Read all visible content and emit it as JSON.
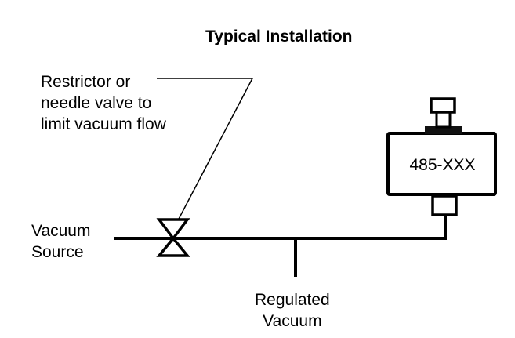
{
  "title": "Typical Installation",
  "callout": {
    "lines": [
      "Restrictor or",
      "needle valve to",
      "limit vacuum flow"
    ]
  },
  "source": {
    "lines": [
      "Vacuum",
      "Source"
    ]
  },
  "regulated": {
    "lines": [
      "Regulated",
      "Vacuum"
    ]
  },
  "device": {
    "label": "485-XXX"
  },
  "colors": {
    "line": "#000000",
    "background": "#ffffff"
  }
}
